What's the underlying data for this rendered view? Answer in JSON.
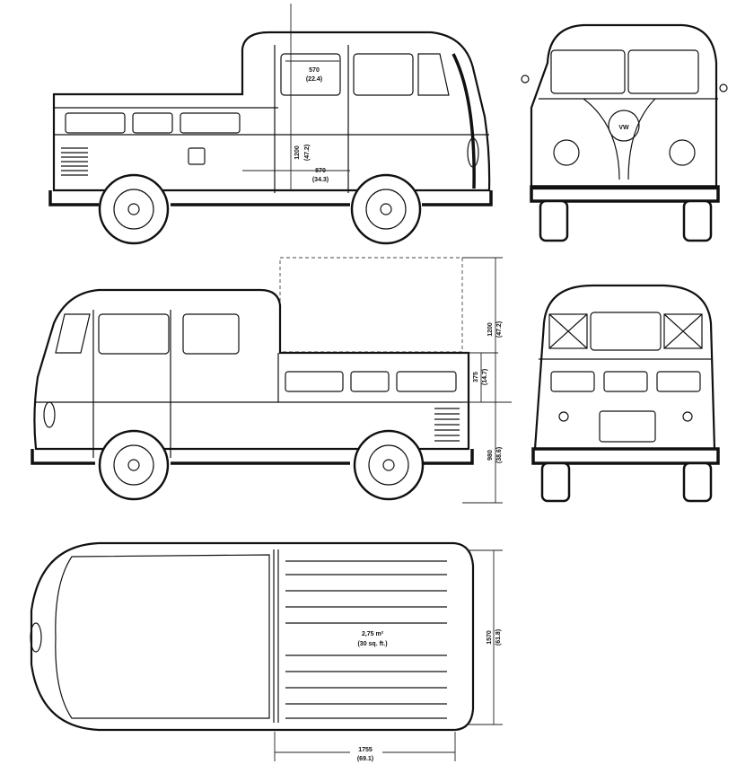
{
  "views": [
    "side-left",
    "front",
    "side-right",
    "rear",
    "top"
  ],
  "dimensions": {
    "door_window_width": {
      "mm": "570",
      "in": "(22.4)"
    },
    "door_height": {
      "mm": "1200",
      "in": "(47.2)"
    },
    "door_width": {
      "mm": "870",
      "in": "(34.3)"
    },
    "load_height": {
      "mm": "1200",
      "in": "(47.2)"
    },
    "side_wall_height": {
      "mm": "375",
      "in": "(14.7)"
    },
    "floor_height": {
      "mm": "980",
      "in": "(38.6)"
    },
    "bed_area": {
      "metric": "2,75 m²",
      "imperial": "(30 sq. ft.)"
    },
    "bed_width": {
      "mm": "1570",
      "in": "(61.8)"
    },
    "bed_length": {
      "mm": "1755",
      "in": "(69.1)"
    }
  },
  "emblem": "VW"
}
